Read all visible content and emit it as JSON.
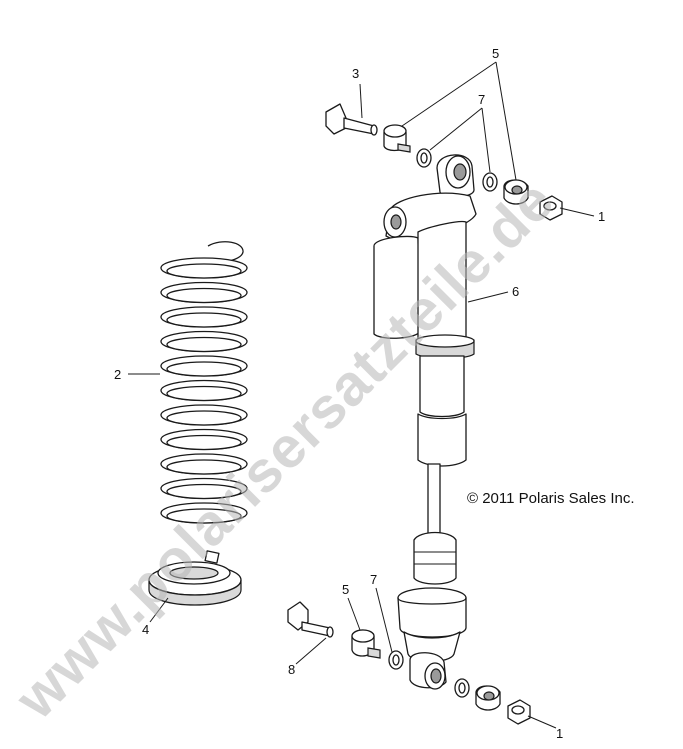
{
  "copyright": "© 2011 Polaris Sales Inc.",
  "watermark": "www.polarisersatzteile.de",
  "callouts": {
    "c1_top": "1",
    "c1_bottom": "1",
    "c2": "2",
    "c3": "3",
    "c4": "4",
    "c5_top": "5",
    "c5_bottom": "5",
    "c6": "6",
    "c7_top": "7",
    "c7_bottom": "7",
    "c8": "8"
  },
  "colors": {
    "line": "#1a1a1a",
    "watermark": "#b8b8b8",
    "background": "#ffffff"
  }
}
